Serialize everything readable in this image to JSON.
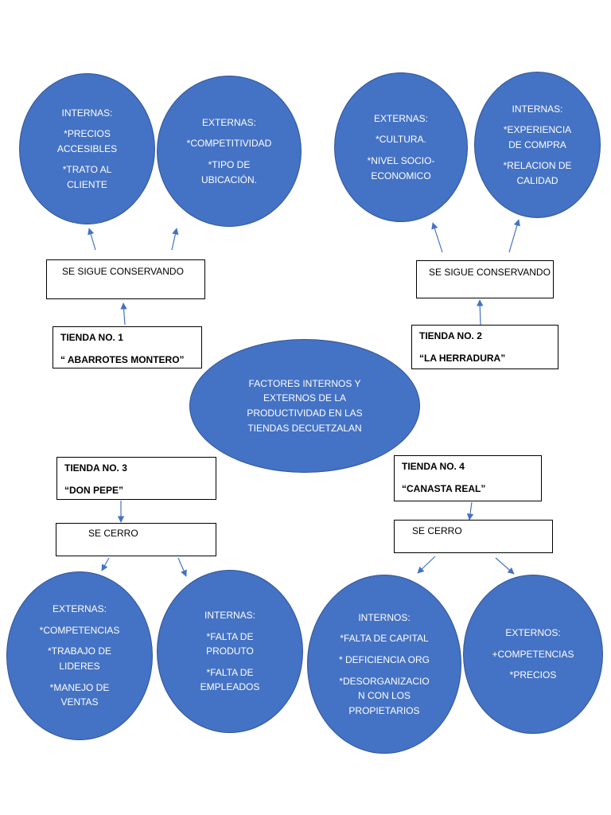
{
  "center": {
    "lines": [
      "FACTORES INTERNOS Y",
      "EXTERNOS DE LA",
      "PRODUCTIVIDAD EN LAS",
      "TIENDAS DECUETZALAN"
    ]
  },
  "stores": [
    {
      "name": "TIENDA NO. 1",
      "label": "“ ABARROTES MONTERO”",
      "status": "SE SIGUE CONSERVANDO",
      "bubbles": [
        {
          "title": "INTERNAS:",
          "items": [
            [
              "*PRECIOS",
              "ACCESIBLES"
            ],
            [
              "*TRATO AL",
              "CLIENTE"
            ]
          ]
        },
        {
          "title": "EXTERNAS:",
          "items": [
            [
              "*COMPETITIVIDAD"
            ],
            [
              "*TIPO DE",
              "UBICACIÓN."
            ]
          ]
        }
      ]
    },
    {
      "name": "TIENDA NO. 2",
      "label": "“LA HERRADURA”",
      "status": "SE SIGUE CONSERVANDO",
      "bubbles": [
        {
          "title": "EXTERNAS:",
          "items": [
            [
              "*CULTURA."
            ],
            [
              "*NIVEL SOCIO-",
              "ECONOMICO"
            ]
          ]
        },
        {
          "title": "INTERNAS:",
          "items": [
            [
              "*EXPERIENCIA",
              "DE COMPRA"
            ],
            [
              "*RELACION DE",
              "CALIDAD"
            ]
          ]
        }
      ]
    },
    {
      "name": "TIENDA NO. 3",
      "label": "“DON PEPE”",
      "status": "SE CERRO",
      "bubbles": [
        {
          "title": "EXTERNAS:",
          "items": [
            [
              "*COMPETENCIAS"
            ],
            [
              "*TRABAJO DE",
              "LIDERES"
            ],
            [
              "*MANEJO DE",
              "VENTAS"
            ]
          ]
        },
        {
          "title": "INTERNAS:",
          "items": [
            [
              "*FALTA DE",
              "PRODUTO"
            ],
            [
              "*FALTA DE",
              "EMPLEADOS"
            ]
          ]
        }
      ]
    },
    {
      "name": "TIENDA NO. 4",
      "label": "“CANASTA REAL”",
      "status": "SE CERRO",
      "bubbles": [
        {
          "title": "INTERNOS:",
          "items": [
            [
              "*FALTA DE CAPITAL"
            ],
            [
              "* DEFICIENCIA ORG"
            ],
            [
              "*DESORGANIZACIO",
              "N CON LOS",
              "PROPIETARIOS"
            ]
          ]
        },
        {
          "title": "EXTERNOS:",
          "items": [
            [
              "+COMPETENCIAS"
            ],
            [
              "*PRECIOS"
            ]
          ]
        }
      ]
    }
  ],
  "colors": {
    "node_fill": "#4472c4",
    "node_border": "#2f5597",
    "arrow": "#4472c4",
    "box_border": "#000000"
  }
}
